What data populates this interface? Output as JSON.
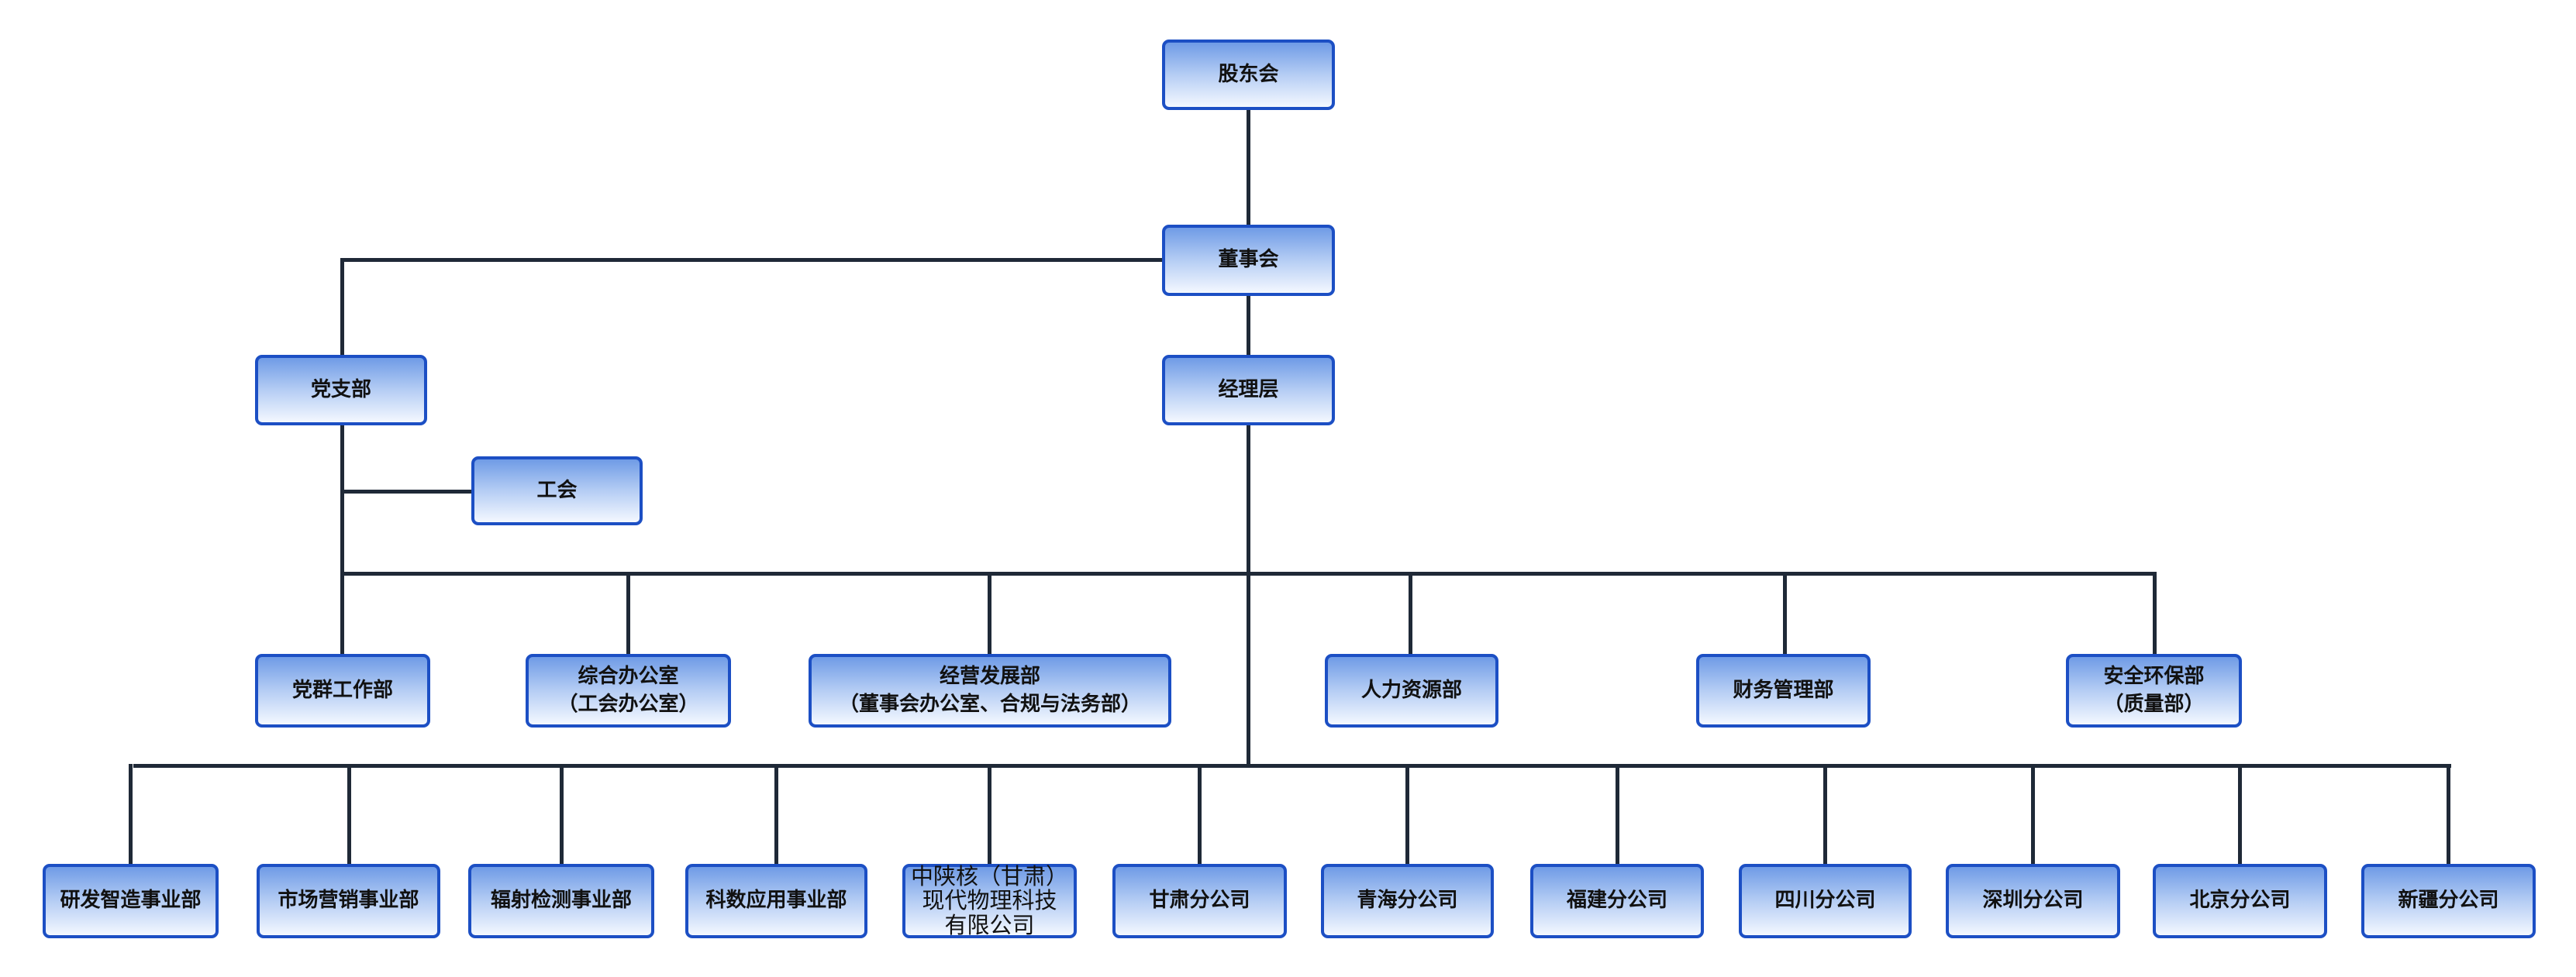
{
  "colors": {
    "box_border": "#1c4fc4",
    "box_top": "#6f9be6",
    "box_bottom": "#f4f8ff",
    "line": "#1f2937"
  },
  "top": {
    "shareholders": "股东会",
    "board": "董事会",
    "management": "经理层",
    "party_branch": "党支部",
    "union": "工会"
  },
  "departments": [
    {
      "line1": "党群工作部"
    },
    {
      "line1": "综合办公室",
      "line2": "（工会办公室）"
    },
    {
      "line1": "经营发展部",
      "line2": "（董事会办公室、合规与法务部）"
    },
    {
      "line1": "人力资源部"
    },
    {
      "line1": "财务管理部"
    },
    {
      "line1": "安全环保部",
      "line2": "（质量部）"
    }
  ],
  "units": [
    {
      "label": "研发智造事业部"
    },
    {
      "label": "市场营销事业部"
    },
    {
      "label": "辐射检测事业部"
    },
    {
      "label": "科数应用事业部"
    },
    {
      "line1": "中陕核（甘肃）",
      "line2": "现代物理科技",
      "line3": "有限公司"
    },
    {
      "label": "甘肃分公司"
    },
    {
      "label": "青海分公司"
    },
    {
      "label": "福建分公司"
    },
    {
      "label": "四川分公司"
    },
    {
      "label": "深圳分公司"
    },
    {
      "label": "北京分公司"
    },
    {
      "label": "新疆分公司"
    }
  ]
}
